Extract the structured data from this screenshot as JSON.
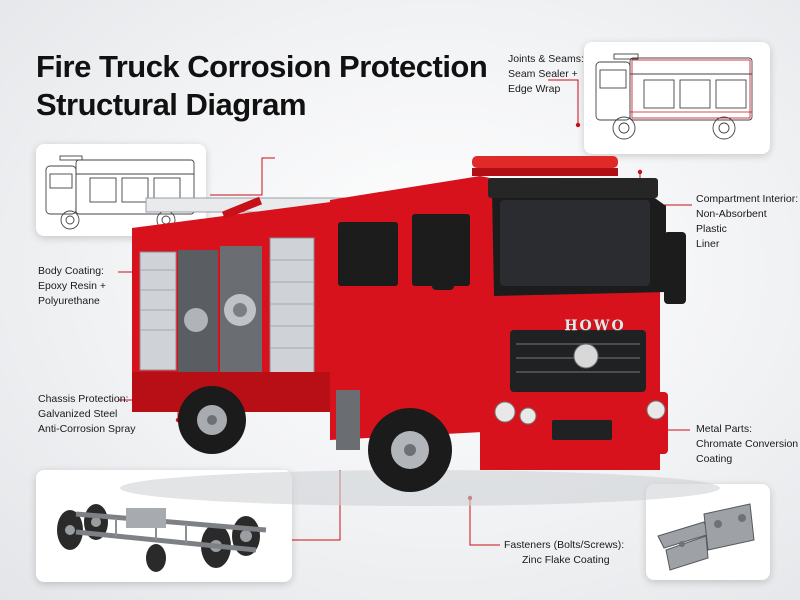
{
  "title_line1": "Fire Truck Corrosion Protection",
  "title_line2": "Structural Diagram",
  "brand_text": "HOWO",
  "callouts": {
    "joints": [
      "Joints & Seams:",
      "Seam Sealer +",
      "Edge Wrap"
    ],
    "compartment": [
      "Compartment Interior:",
      "Non-Absorbent Plastic",
      "Liner"
    ],
    "body": [
      "Body Coating:",
      "Epoxy Resin +",
      "Polyurethane"
    ],
    "chassis": [
      "Chassis Protection:",
      "Galvanized Steel",
      "Anti-Corrosion Spray"
    ],
    "metal": [
      "Metal Parts:",
      "Chromate Conversion",
      "Coating"
    ],
    "fasteners": [
      "Fasteners (Bolts/Screws):",
      "Zinc Flake Coating"
    ]
  },
  "colors": {
    "truck_red": "#d8121c",
    "leader_red": "#c8101a",
    "cab_black": "#1c1c1c",
    "shutter_gray": "#cfd2d6"
  },
  "icons": [
    "truck-sketch",
    "chassis-frame",
    "bracket-part"
  ]
}
